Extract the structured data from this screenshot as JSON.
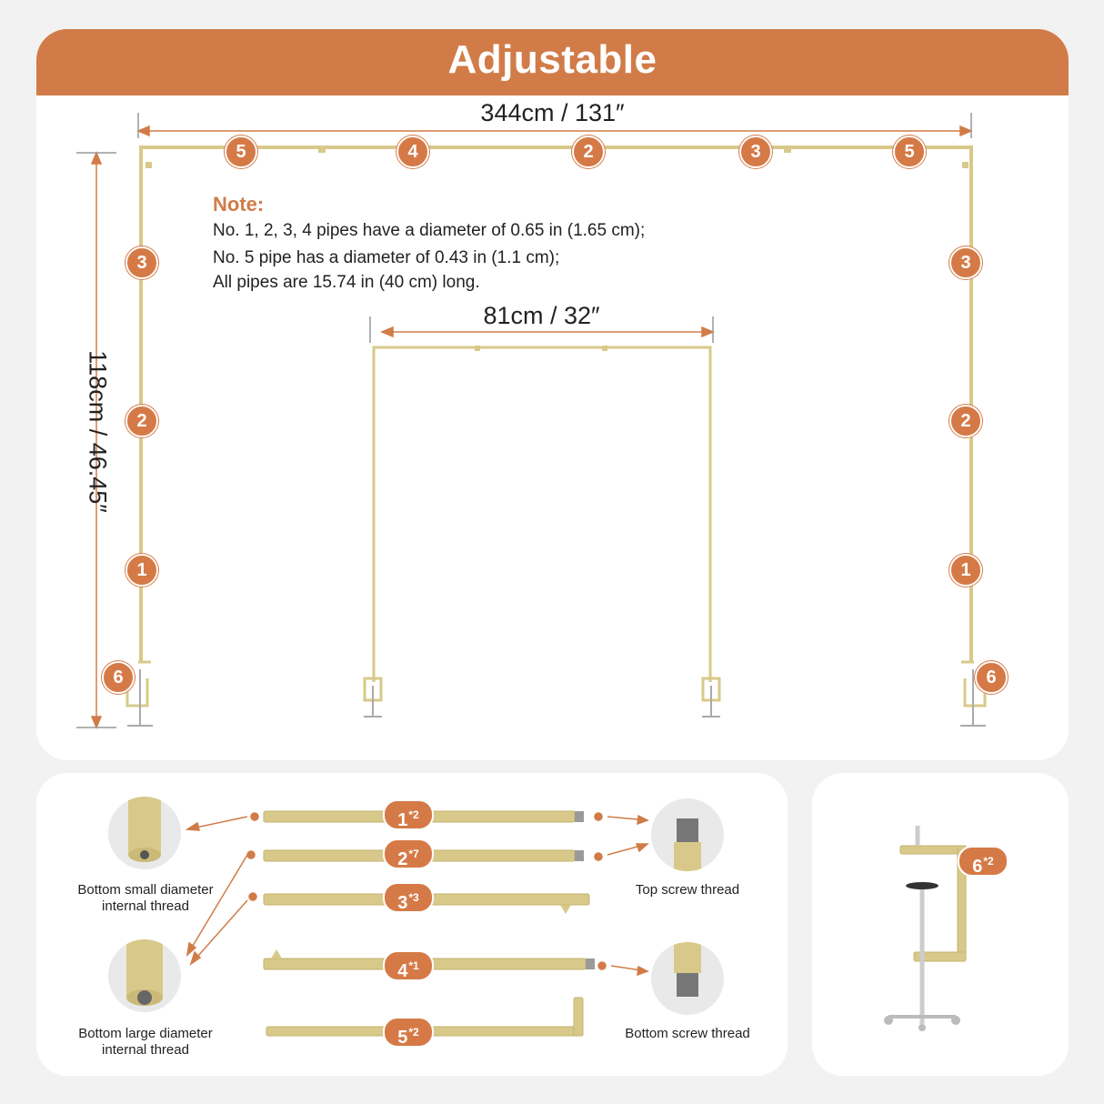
{
  "title": "Adjustable",
  "dimensions": {
    "width_outer": "344cm / 131″",
    "width_inner": "81cm / 32″",
    "height": "118cm / 46.45″"
  },
  "note": {
    "title": "Note:",
    "lines": [
      "No. 1, 2, 3, 4 pipes have a diameter of 0.65 in (1.65 cm);",
      "No. 5 pipe has a diameter of 0.43 in (1.1 cm);",
      "All pipes are 15.74 in (40 cm) long."
    ]
  },
  "frame_labels": {
    "top": [
      "5",
      "4",
      "2",
      "3",
      "5"
    ],
    "left": [
      "3",
      "2",
      "1",
      "6"
    ],
    "right": [
      "3",
      "2",
      "1",
      "6"
    ]
  },
  "parts": [
    {
      "num": "1",
      "qty": "*2"
    },
    {
      "num": "2",
      "qty": "*7"
    },
    {
      "num": "3",
      "qty": "*3"
    },
    {
      "num": "4",
      "qty": "*1"
    },
    {
      "num": "5",
      "qty": "*2"
    }
  ],
  "clamp": {
    "num": "6",
    "qty": "*2"
  },
  "thread_captions": {
    "bottom_small": "Bottom small diameter\ninternal thread",
    "bottom_large": "Bottom large diameter\ninternal thread",
    "top_screw": "Top screw thread",
    "bottom_screw": "Bottom screw thread"
  },
  "colors": {
    "accent": "#d17c48",
    "gold": "#d8c98a",
    "background": "#f2f2f2"
  }
}
